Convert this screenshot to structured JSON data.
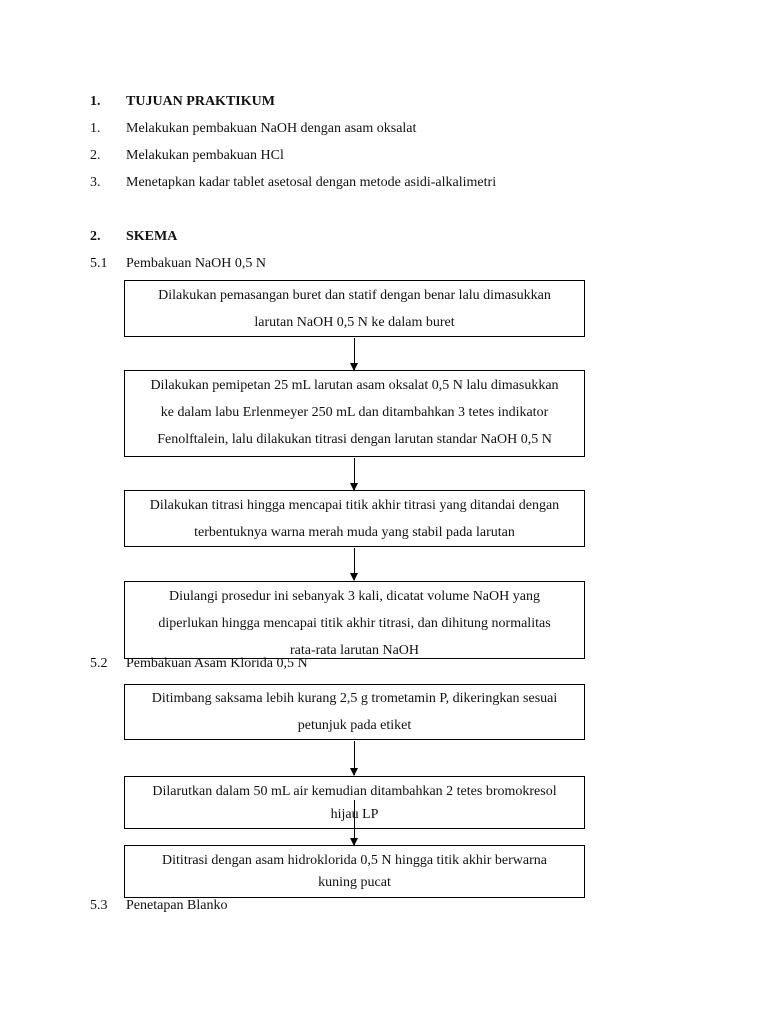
{
  "section1": {
    "number": "1.",
    "title": "TUJUAN PRAKTIKUM",
    "items": [
      {
        "num": "1.",
        "text": "Melakukan pembakuan NaOH dengan asam oksalat"
      },
      {
        "num": "2.",
        "text": "Melakukan pembakuan HCl"
      },
      {
        "num": "3.",
        "text": "Menetapkan kadar tablet asetosal dengan metode asidi-alkalimetri"
      }
    ]
  },
  "section2": {
    "number": "2.",
    "title": "SKEMA"
  },
  "sub51": {
    "num": "5.1",
    "title": "Pembakuan NaOH 0,5 N",
    "boxes": [
      [
        "Dilakukan pemasangan buret dan statif dengan benar lalu dimasukkan",
        "larutan NaOH 0,5 N ke dalam buret"
      ],
      [
        "Dilakukan pemipetan 25 mL larutan asam oksalat 0,5 N lalu dimasukkan",
        "ke dalam labu Erlenmeyer 250 mL dan ditambahkan 3 tetes indikator",
        "Fenolftalein, lalu dilakukan titrasi dengan larutan standar NaOH 0,5 N"
      ],
      [
        "Dilakukan titrasi hingga mencapai titik akhir titrasi yang ditandai dengan",
        "terbentuknya warna merah muda yang stabil pada larutan"
      ],
      [
        "Diulangi prosedur ini sebanyak 3 kali, dicatat volume NaOH yang",
        "diperlukan hingga mencapai titik akhir titrasi, dan dihitung normalitas",
        "rata-rata larutan NaOH"
      ]
    ]
  },
  "sub52": {
    "num": "5.2",
    "title": "Pembakuan Asam Klorida 0,5 N",
    "boxes": [
      [
        "Ditimbang saksama lebih kurang 2,5 g trometamin P, dikeringkan sesuai",
        "petunjuk pada etiket"
      ],
      [
        "Dilarutkan dalam 50 mL air kemudian ditambahkan 2 tetes bromokresol",
        "hijau LP"
      ],
      [
        "Dititrasi dengan asam hidroklorida 0,5 N hingga titik akhir berwarna",
        "kuning pucat"
      ]
    ]
  },
  "sub53": {
    "num": "5.3",
    "title": "Penetapan Blanko"
  }
}
